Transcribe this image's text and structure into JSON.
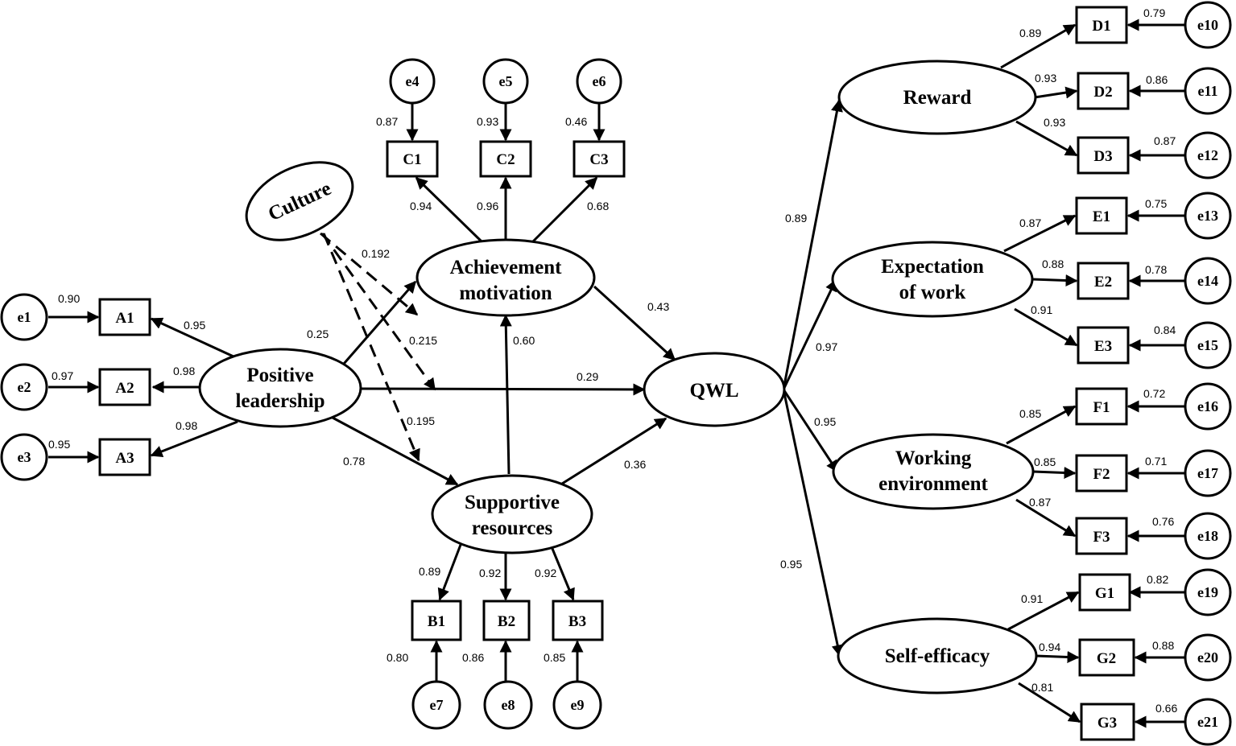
{
  "latent": {
    "culture": "Culture",
    "achievement": [
      "Achievement",
      "motivation"
    ],
    "leadership": [
      "Positive",
      "leadership"
    ],
    "supportive": [
      "Supportive",
      "resources"
    ],
    "qwl": "QWL",
    "reward": "Reward",
    "expectation": [
      "Expectation",
      "of work"
    ],
    "environment": [
      "Working",
      "environment"
    ],
    "efficacy": "Self-efficacy"
  },
  "observed": {
    "A1": "A1",
    "A2": "A2",
    "A3": "A3",
    "B1": "B1",
    "B2": "B2",
    "B3": "B3",
    "C1": "C1",
    "C2": "C2",
    "C3": "C3",
    "D1": "D1",
    "D2": "D2",
    "D3": "D3",
    "E1": "E1",
    "E2": "E2",
    "E3": "E3",
    "F1": "F1",
    "F2": "F2",
    "F3": "F3",
    "G1": "G1",
    "G2": "G2",
    "G3": "G3"
  },
  "errors": {
    "e1": "e1",
    "e2": "e2",
    "e3": "e3",
    "e4": "e4",
    "e5": "e5",
    "e6": "e6",
    "e7": "e7",
    "e8": "e8",
    "e9": "e9",
    "e10": "e10",
    "e11": "e11",
    "e12": "e12",
    "e13": "e13",
    "e14": "e14",
    "e15": "e15",
    "e16": "e16",
    "e17": "e17",
    "e18": "e18",
    "e19": "e19",
    "e20": "e20",
    "e21": "e21"
  },
  "coefficients": {
    "e1_A1": "0.90",
    "e2_A2": "0.97",
    "e3_A3": "0.95",
    "PL_A1": "0.95",
    "PL_A2": "0.98",
    "PL_A3": "0.98",
    "PL_AM": "0.25",
    "PL_SR": "0.78",
    "PL_QWL": "0.29",
    "culture_1": "0.192",
    "culture_2": "0.215",
    "culture_3": "0.195",
    "SR_AM": "0.60",
    "AM_QWL": "0.43",
    "SR_QWL": "0.36",
    "e4_C1": "0.87",
    "e5_C2": "0.93",
    "e6_C3": "0.46",
    "AM_C1": "0.94",
    "AM_C2": "0.96",
    "AM_C3": "0.68",
    "SR_B1": "0.89",
    "SR_B2": "0.92",
    "SR_B3": "0.92",
    "e7_B1": "0.80",
    "e8_B2": "0.86",
    "e9_B3": "0.85",
    "QWL_RW": "0.89",
    "QWL_EX": "0.97",
    "QWL_WE": "0.95",
    "QWL_SE": "0.95",
    "RW_D1": "0.89",
    "RW_D2": "0.93",
    "RW_D3": "0.93",
    "e10_D1": "0.79",
    "e11_D2": "0.86",
    "e12_D3": "0.87",
    "EX_E1": "0.87",
    "EX_E2": "0.88",
    "EX_E3": "0.91",
    "e13_E1": "0.75",
    "e14_E2": "0.78",
    "e15_E3": "0.84",
    "WE_F1": "0.85",
    "WE_F2": "0.85",
    "WE_F3": "0.87",
    "e16_F1": "0.72",
    "e17_F2": "0.71",
    "e18_F3": "0.76",
    "SE_G1": "0.91",
    "SE_G2": "0.94",
    "SE_G3": "0.81",
    "e19_G1": "0.82",
    "e20_G2": "0.88",
    "e21_G3": "0.66"
  }
}
